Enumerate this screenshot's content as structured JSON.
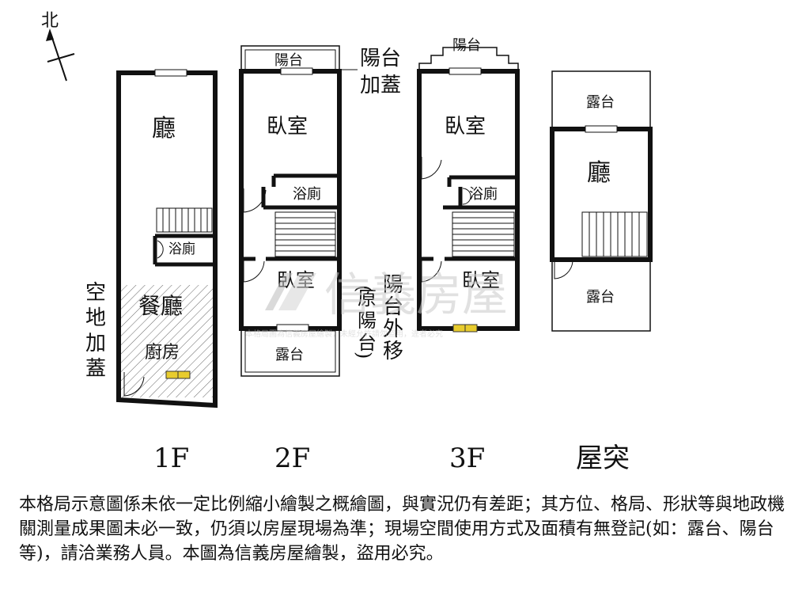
{
  "compass": {
    "label": "北"
  },
  "floors": [
    {
      "name": "1F",
      "rooms": [
        "廳",
        "浴廁",
        "餐廳",
        "廚房"
      ]
    },
    {
      "name": "2F",
      "rooms": [
        "陽台",
        "臥室",
        "浴廁",
        "臥室",
        "露台"
      ]
    },
    {
      "name": "3F",
      "rooms": [
        "陽台",
        "臥室",
        "浴廁",
        "臥室"
      ]
    },
    {
      "name": "屋突",
      "rooms": [
        "露台",
        "廳",
        "露台"
      ]
    }
  ],
  "notes": {
    "empty_lot_addition": [
      "空",
      "地",
      "加",
      "蓋"
    ],
    "balcony_addition": [
      "陽台",
      "加蓋"
    ],
    "balcony_moved_out": [
      "陽",
      "台",
      "外",
      "移"
    ],
    "original_balcony": [
      "(",
      "原",
      "陽",
      "台",
      ")"
    ]
  },
  "watermark": {
    "brand": "信義房屋",
    "small": "本格局圖為信義房屋繪製，未經允許請勿盜用，違者必究"
  },
  "disclaimer": "本格局示意圖係未依一定比例縮小繪製之概繪圖，與實況仍有差距；其方位、格局、形狀等與地政機關測量成果圖未必一致，仍須以房屋現場為準；現場空間使用方式及面積有無登記(如：露台、陽台等)，請洽業務人員。本圖為信義房屋繪製，盜用必究。"
}
